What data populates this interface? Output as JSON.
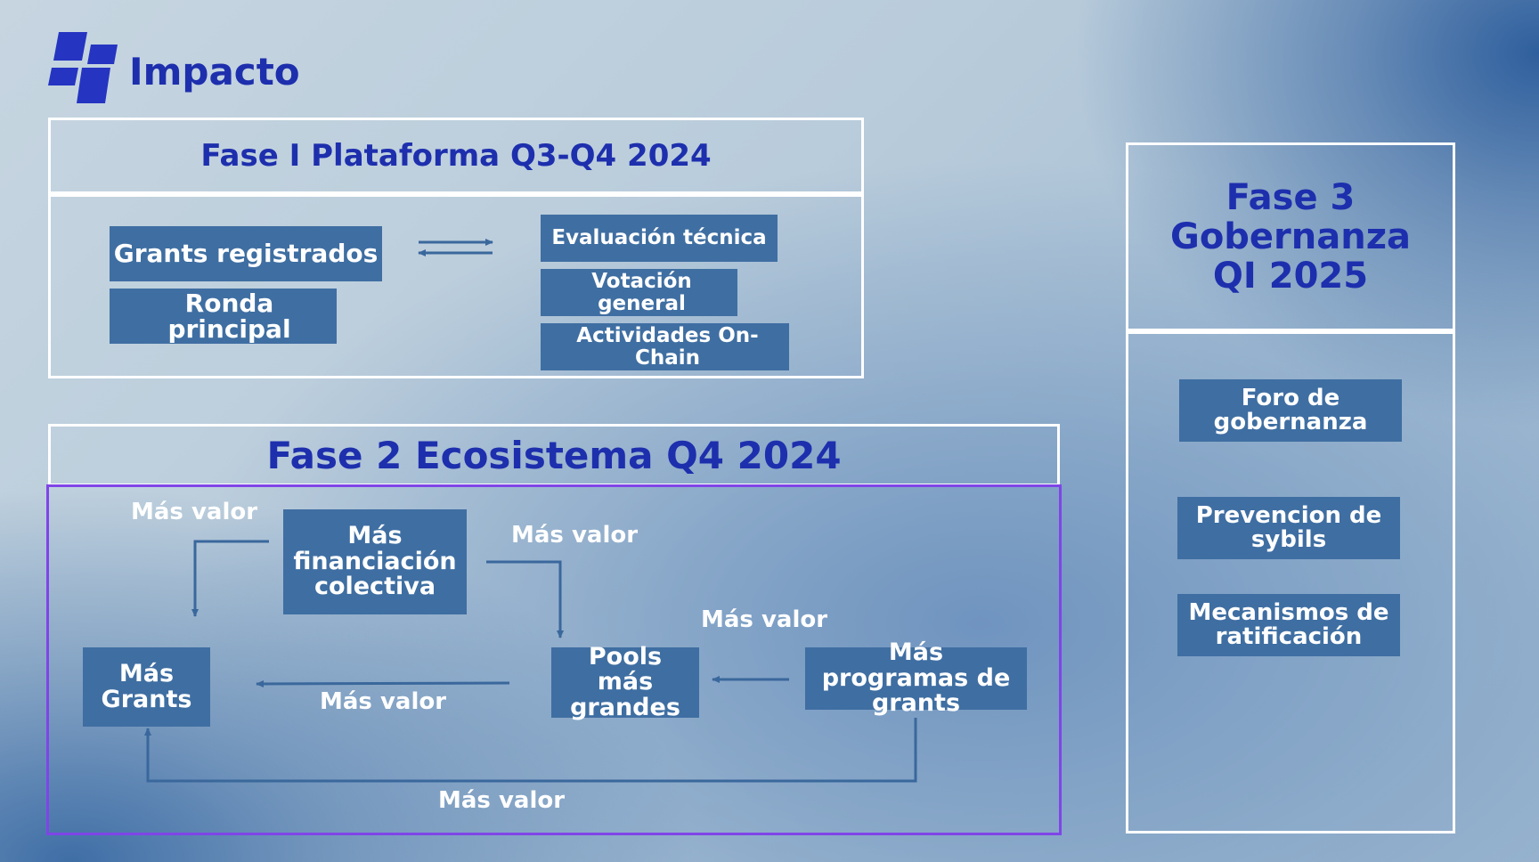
{
  "brand": {
    "title": "Impacto",
    "color": "#1e2fae"
  },
  "phase1": {
    "title": "Fase I Plataforma Q3-Q4 2024",
    "left_items": [
      "Grants registrados",
      "Ronda principal"
    ],
    "right_items": [
      "Evaluación técnica",
      "Votación general",
      "Actividades On-Chain"
    ]
  },
  "phase2": {
    "title": "Fase 2 Ecosistema Q4 2024",
    "nodes": {
      "crowdfunding": "Más financiación colectiva",
      "grants": "Más Grants",
      "pools": "Pools más grandes",
      "programs": "Más programas de grants"
    },
    "edge_label": "Más valor"
  },
  "phase3": {
    "title_lines": [
      "Fase 3",
      "Gobernanza",
      "QI 2025"
    ],
    "items": [
      "Foro de gobernanza",
      "Prevencion de sybils",
      "Mecanismos de ratificación"
    ]
  },
  "colors": {
    "box_blue": "#3f6fa2",
    "heading_blue": "#1e2fae",
    "highlight_border": "#7f45e6",
    "arrow": "#3a679c"
  }
}
